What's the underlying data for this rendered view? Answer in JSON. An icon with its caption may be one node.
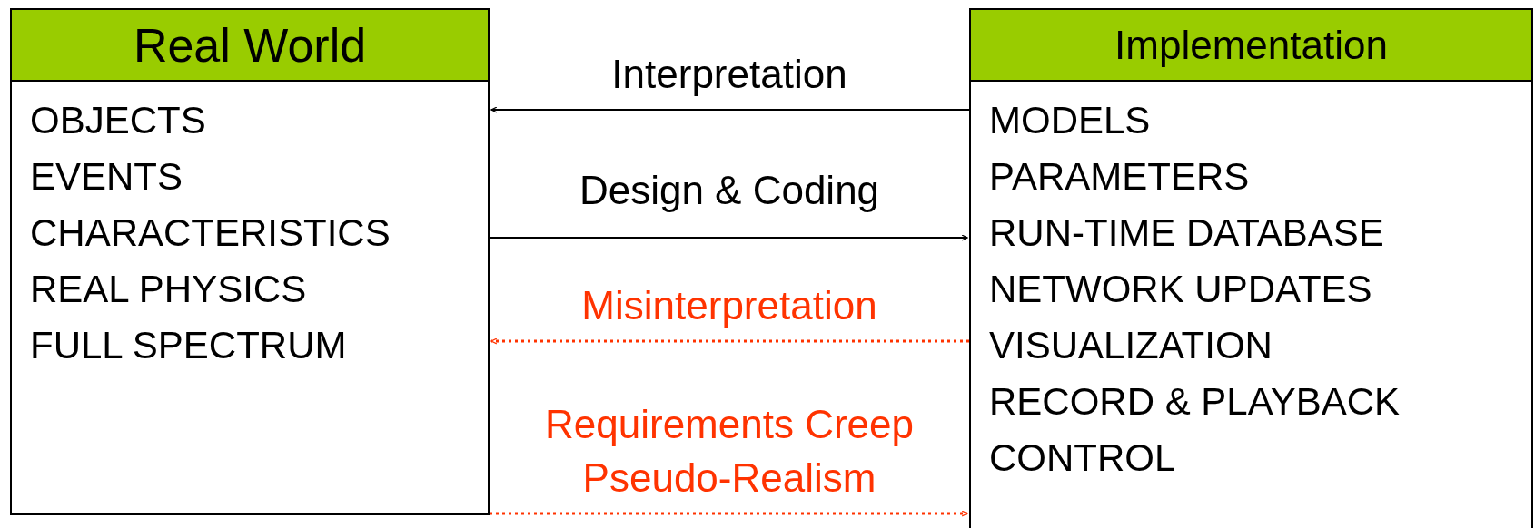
{
  "diagram": {
    "nodes": [
      {
        "text": [
          "Real World",
          "OBJECTS",
          "EVENTS",
          "CHARACTERISTICS",
          "REAL PHYSICS",
          "FULL SPECTRUM"
        ]
      },
      {
        "text": [
          "Implementation",
          "MODELS",
          "PARAMETERS",
          "RUN-TIME DATABASE",
          "NETWORK UPDATES",
          "VISUALIZATION",
          "RECORD & PLAYBACK",
          "CONTROL"
        ]
      }
    ],
    "edges": [
      {
        "from": 1,
        "to": 0,
        "arrow": "to",
        "label": "Interpretation"
      },
      {
        "from": 0,
        "to": 1,
        "arrow": "to",
        "label": "Design & Coding"
      },
      {
        "from": 1,
        "to": 0,
        "arrow": "to",
        "label": "Misinterpretation",
        "style": "dashed",
        "color": "#ff3300"
      },
      {
        "from": 0,
        "to": 1,
        "arrow": "to",
        "label": "Requirements Creep Pseudo-Realism",
        "style": "dashed",
        "color": "#ff3300"
      }
    ]
  }
}
